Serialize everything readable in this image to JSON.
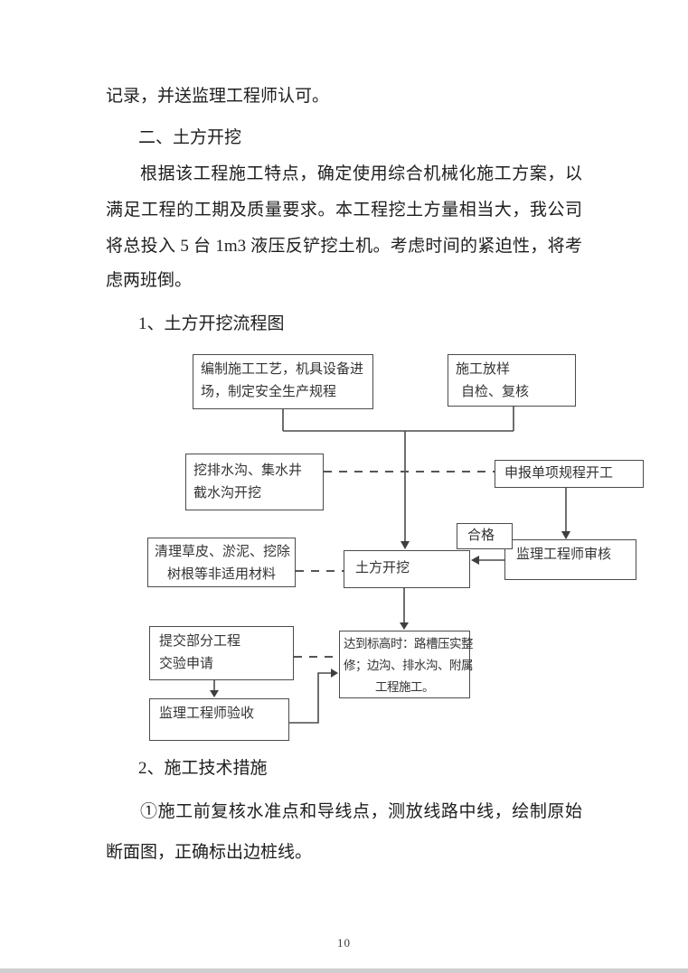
{
  "colors": {
    "ink": "#1e1e1e",
    "box_border": "#4b4b4b"
  },
  "document": {
    "intro_line": "记录，并送监理工程师认可。",
    "section_heading": "二、土方开挖",
    "intro_paragraph": [
      "根据该工程施工特点，确定使用综合机械化施工方案，以",
      "满足工程的工期及质量要求。本工程挖土方量相当大，我公司",
      "将总投入 5 台 1m3 液压反铲挖土机。考虑时间的紧迫性，将考",
      "虑两班倒。"
    ],
    "flowchart_heading": "1、土方开挖流程图",
    "measures_heading": "2、施工技术措施",
    "measures_paragraph": [
      "①施工前复核水准点和导线点，测放线路中线，绘制原始",
      "断面图，正确标出边桩线。"
    ]
  },
  "flowchart": {
    "prepare": [
      "编制施工工艺，机具设备进",
      "场，制定安全生产规程"
    ],
    "layout_check": [
      "施工放样",
      "自检、复核"
    ],
    "drainage": [
      "挖排水沟、集水井",
      "截水沟开挖"
    ],
    "apply_start": [
      "申报单项规程开工"
    ],
    "qualified": [
      "合格"
    ],
    "supervisor_review": [
      "监理工程师审核"
    ],
    "clearing": [
      "清理草皮、淤泥、挖除",
      "树根等非适用材料"
    ],
    "excavation": [
      "土方开挖"
    ],
    "submit_request": [
      "提交部分工程",
      "交验申请"
    ],
    "elevation_done": [
      "达到标高时：路槽压实整",
      "修；边沟、排水沟、附属",
      "工程施工。"
    ],
    "supervisor_acceptance": [
      "监理工程师验收"
    ]
  },
  "page_footer": {
    "page_number": "10"
  }
}
